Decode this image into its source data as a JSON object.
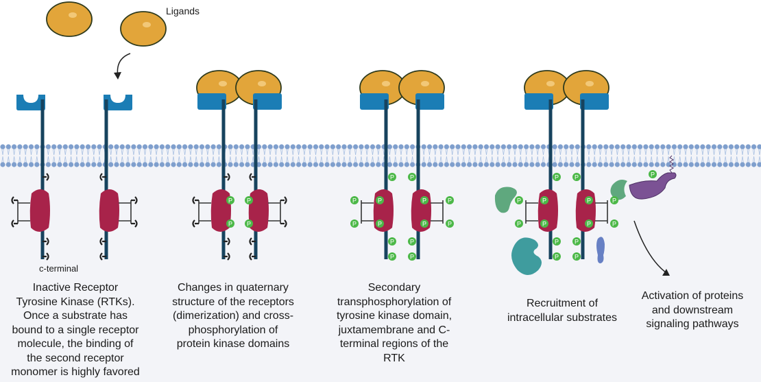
{
  "labels": {
    "ligands": "Ligands",
    "c_terminal": "c-terminal"
  },
  "captions": [
    {
      "lines": [
        "Inactive Receptor",
        "Tyrosine Kinase (RTKs).",
        "Once a substrate has",
        "bound to a single receptor",
        "molecule, the binding of",
        "the second receptor",
        "monomer is highly favored"
      ]
    },
    {
      "lines": [
        "Changes in quaternary",
        "structure of the receptors",
        "(dimerization) and cross-",
        "phosphorylation of",
        "protein kinase domains"
      ]
    },
    {
      "lines": [
        "Secondary",
        "transphosphorylation of",
        "tyrosine kinase domain,",
        "juxtamembrane and C-",
        "terminal regions of the",
        "RTK"
      ]
    },
    {
      "lines": [
        "Recruitment of",
        "intracellular substrates"
      ]
    },
    {
      "lines": [
        "Activation of proteins",
        "and downstream",
        "signaling pathways"
      ]
    }
  ],
  "phospho_label": "P",
  "colors": {
    "receptor_head": "#1b7db5",
    "receptor_stem": "#17435e",
    "ligand": "#e2a53a",
    "kinase": "#a8234a",
    "phosphate": "#4cb848",
    "membrane": "#7f9fcd",
    "cytoplasm": "#f3f4f8",
    "substrate_green": "#5fa87e",
    "substrate_teal": "#3f9c9e",
    "substrate_purple": "#7b5294",
    "substrate_blue": "#6780c4"
  }
}
